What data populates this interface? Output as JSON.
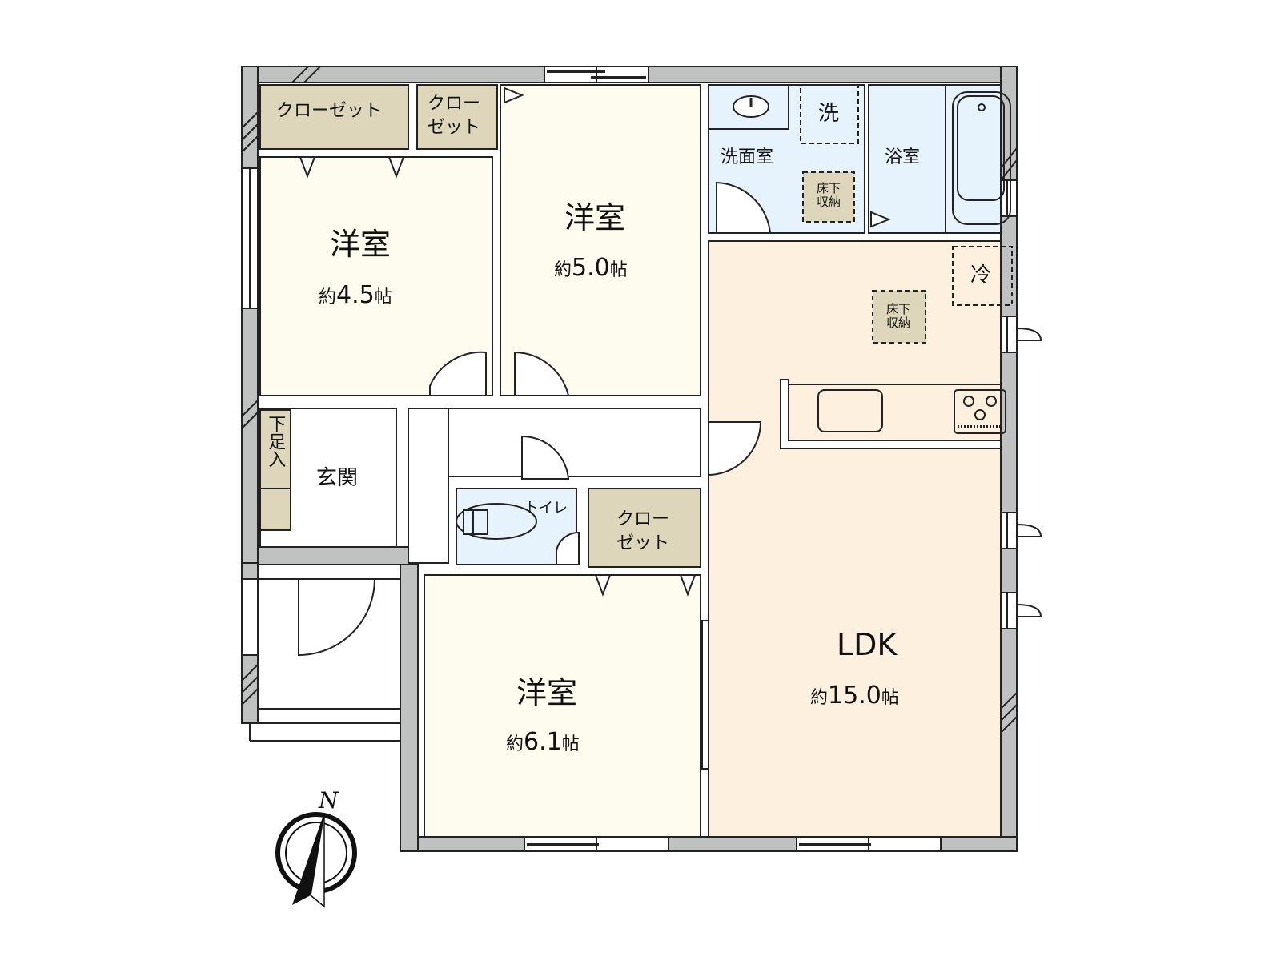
{
  "floor_plan": {
    "compass": {
      "label": "N"
    },
    "colors": {
      "wall": "#c0c1c1",
      "western_room": "#fefcee",
      "closet": "#ddd6bb",
      "wet_area": "#e6f3fc",
      "ldk": "#fdf0de",
      "hall": "#ffffff",
      "line": "#111111"
    },
    "rooms": {
      "western_room_nw": {
        "name": "洋室",
        "area_prefix": "約",
        "area_value": "4.5",
        "area_unit": "帖"
      },
      "western_room_n": {
        "name": "洋室",
        "area_prefix": "約",
        "area_value": "5.0",
        "area_unit": "帖"
      },
      "western_room_s": {
        "name": "洋室",
        "area_prefix": "約",
        "area_value": "6.1",
        "area_unit": "帖"
      },
      "ldk": {
        "name": "LDK",
        "area_prefix": "約",
        "area_value": "15.0",
        "area_unit": "帖"
      },
      "washroom": {
        "name": "洗面室"
      },
      "bathroom": {
        "name": "浴室"
      },
      "entrance": {
        "name": "玄関"
      },
      "toilet": {
        "name": "トイレ"
      }
    },
    "fixtures": {
      "closet_nw_wide": "クローゼット",
      "closet_nw_small_line1": "クロー",
      "closet_nw_small_line2": "ゼット",
      "closet_center_line1": "クロー",
      "closet_center_line2": "ゼット",
      "washing_machine": "洗",
      "refrigerator": "冷",
      "underfloor_storage_wash_line1": "床下",
      "underfloor_storage_wash_line2": "収納",
      "underfloor_storage_ldk_line1": "床下",
      "underfloor_storage_ldk_line2": "収納",
      "shoe_box": "下足入"
    }
  }
}
